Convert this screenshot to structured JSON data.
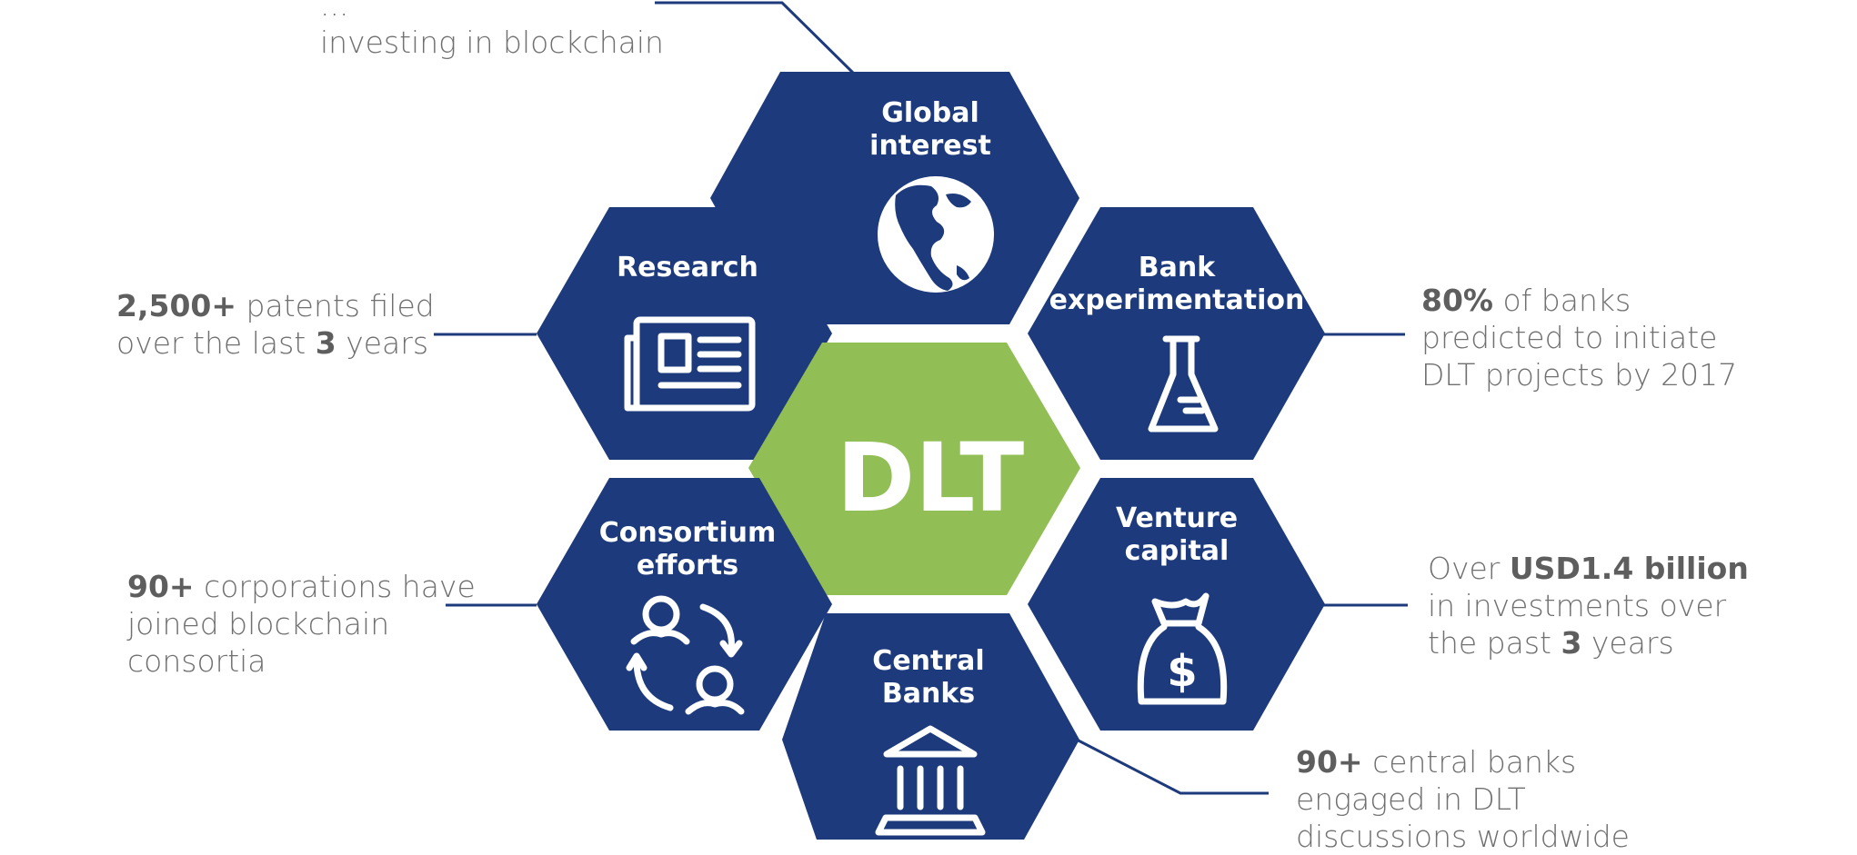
{
  "colors": {
    "hex_primary": "#1d3a7c",
    "hex_center": "#92bf55",
    "connector": "#1d3a7c",
    "annotation_text": "#707070",
    "annotation_bold": "#5e5e5e"
  },
  "center": {
    "label": "DLT"
  },
  "hexagons": {
    "global": {
      "title_1": "Global",
      "title_2": "interest",
      "icon": "globe-icon"
    },
    "research": {
      "title_1": "Research",
      "icon": "newspaper-icon"
    },
    "bank": {
      "title_1": "Bank",
      "title_2": "experimentation",
      "icon": "flask-icon"
    },
    "consortium": {
      "title_1": "Consortium",
      "title_2": "efforts",
      "icon": "people-cycle-icon"
    },
    "venture": {
      "title_1": "Venture",
      "title_2": "capital",
      "icon": "money-bag-icon"
    },
    "central": {
      "title_1": "Central",
      "title_2": "Banks",
      "icon": "bank-building-icon"
    }
  },
  "annotations": {
    "global": {
      "line_1": "...",
      "line_2": "investing in blockchain"
    },
    "research": {
      "bold_1": "2,500+",
      "text_1": " patents filed",
      "text_2a": "over the last ",
      "bold_2": "3",
      "text_2b": " years"
    },
    "bank": {
      "bold_1": "80%",
      "text_1": " of banks",
      "line_2": "predicted to initiate",
      "line_3": "DLT projects by 2017"
    },
    "consortium": {
      "bold_1": "90+",
      "text_1": " corporations have",
      "line_2": "joined blockchain",
      "line_3": "consortia"
    },
    "venture": {
      "text_1a": "Over ",
      "bold_1": "USD1.4 billion",
      "line_2": "in investments over",
      "text_3a": "the past ",
      "bold_3": "3",
      "text_3b": " years"
    },
    "central": {
      "bold_1": "90+",
      "text_1": " central banks",
      "line_2": "engaged in DLT",
      "line_3": "discussions worldwide"
    }
  }
}
